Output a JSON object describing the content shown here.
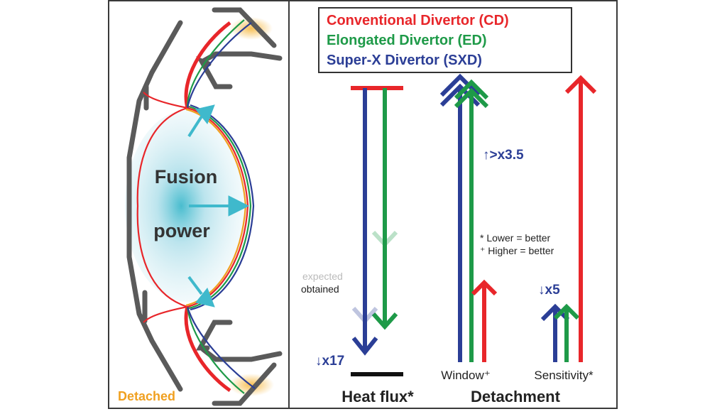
{
  "legend": {
    "cd": "Conventional Divertor (CD)",
    "ed": "Elongated Divertor (ED)",
    "sxd": "Super-X Divertor (SXD)"
  },
  "colors": {
    "cd": "#e8262a",
    "ed": "#1e9a48",
    "sxd": "#2b3e96",
    "cyan": "#3fb9cc",
    "orange": "#f0a020"
  },
  "left": {
    "center_line1": "Fusion",
    "center_line2": "power",
    "detached_label": "Detached"
  },
  "right": {
    "heat_flux_label": "Heat flux*",
    "detachment_label": "Detachment",
    "window_label": "Window⁺",
    "sensitivity_label": "Sensitivity*",
    "heat_flux_factor": "↓x17",
    "window_factor": "↑>x3.5",
    "sensitivity_factor": "↓x5",
    "expected_label": "expected",
    "obtained_label": "obtained",
    "note_lower": "* Lower = better",
    "note_higher": "⁺ Higher = better"
  }
}
